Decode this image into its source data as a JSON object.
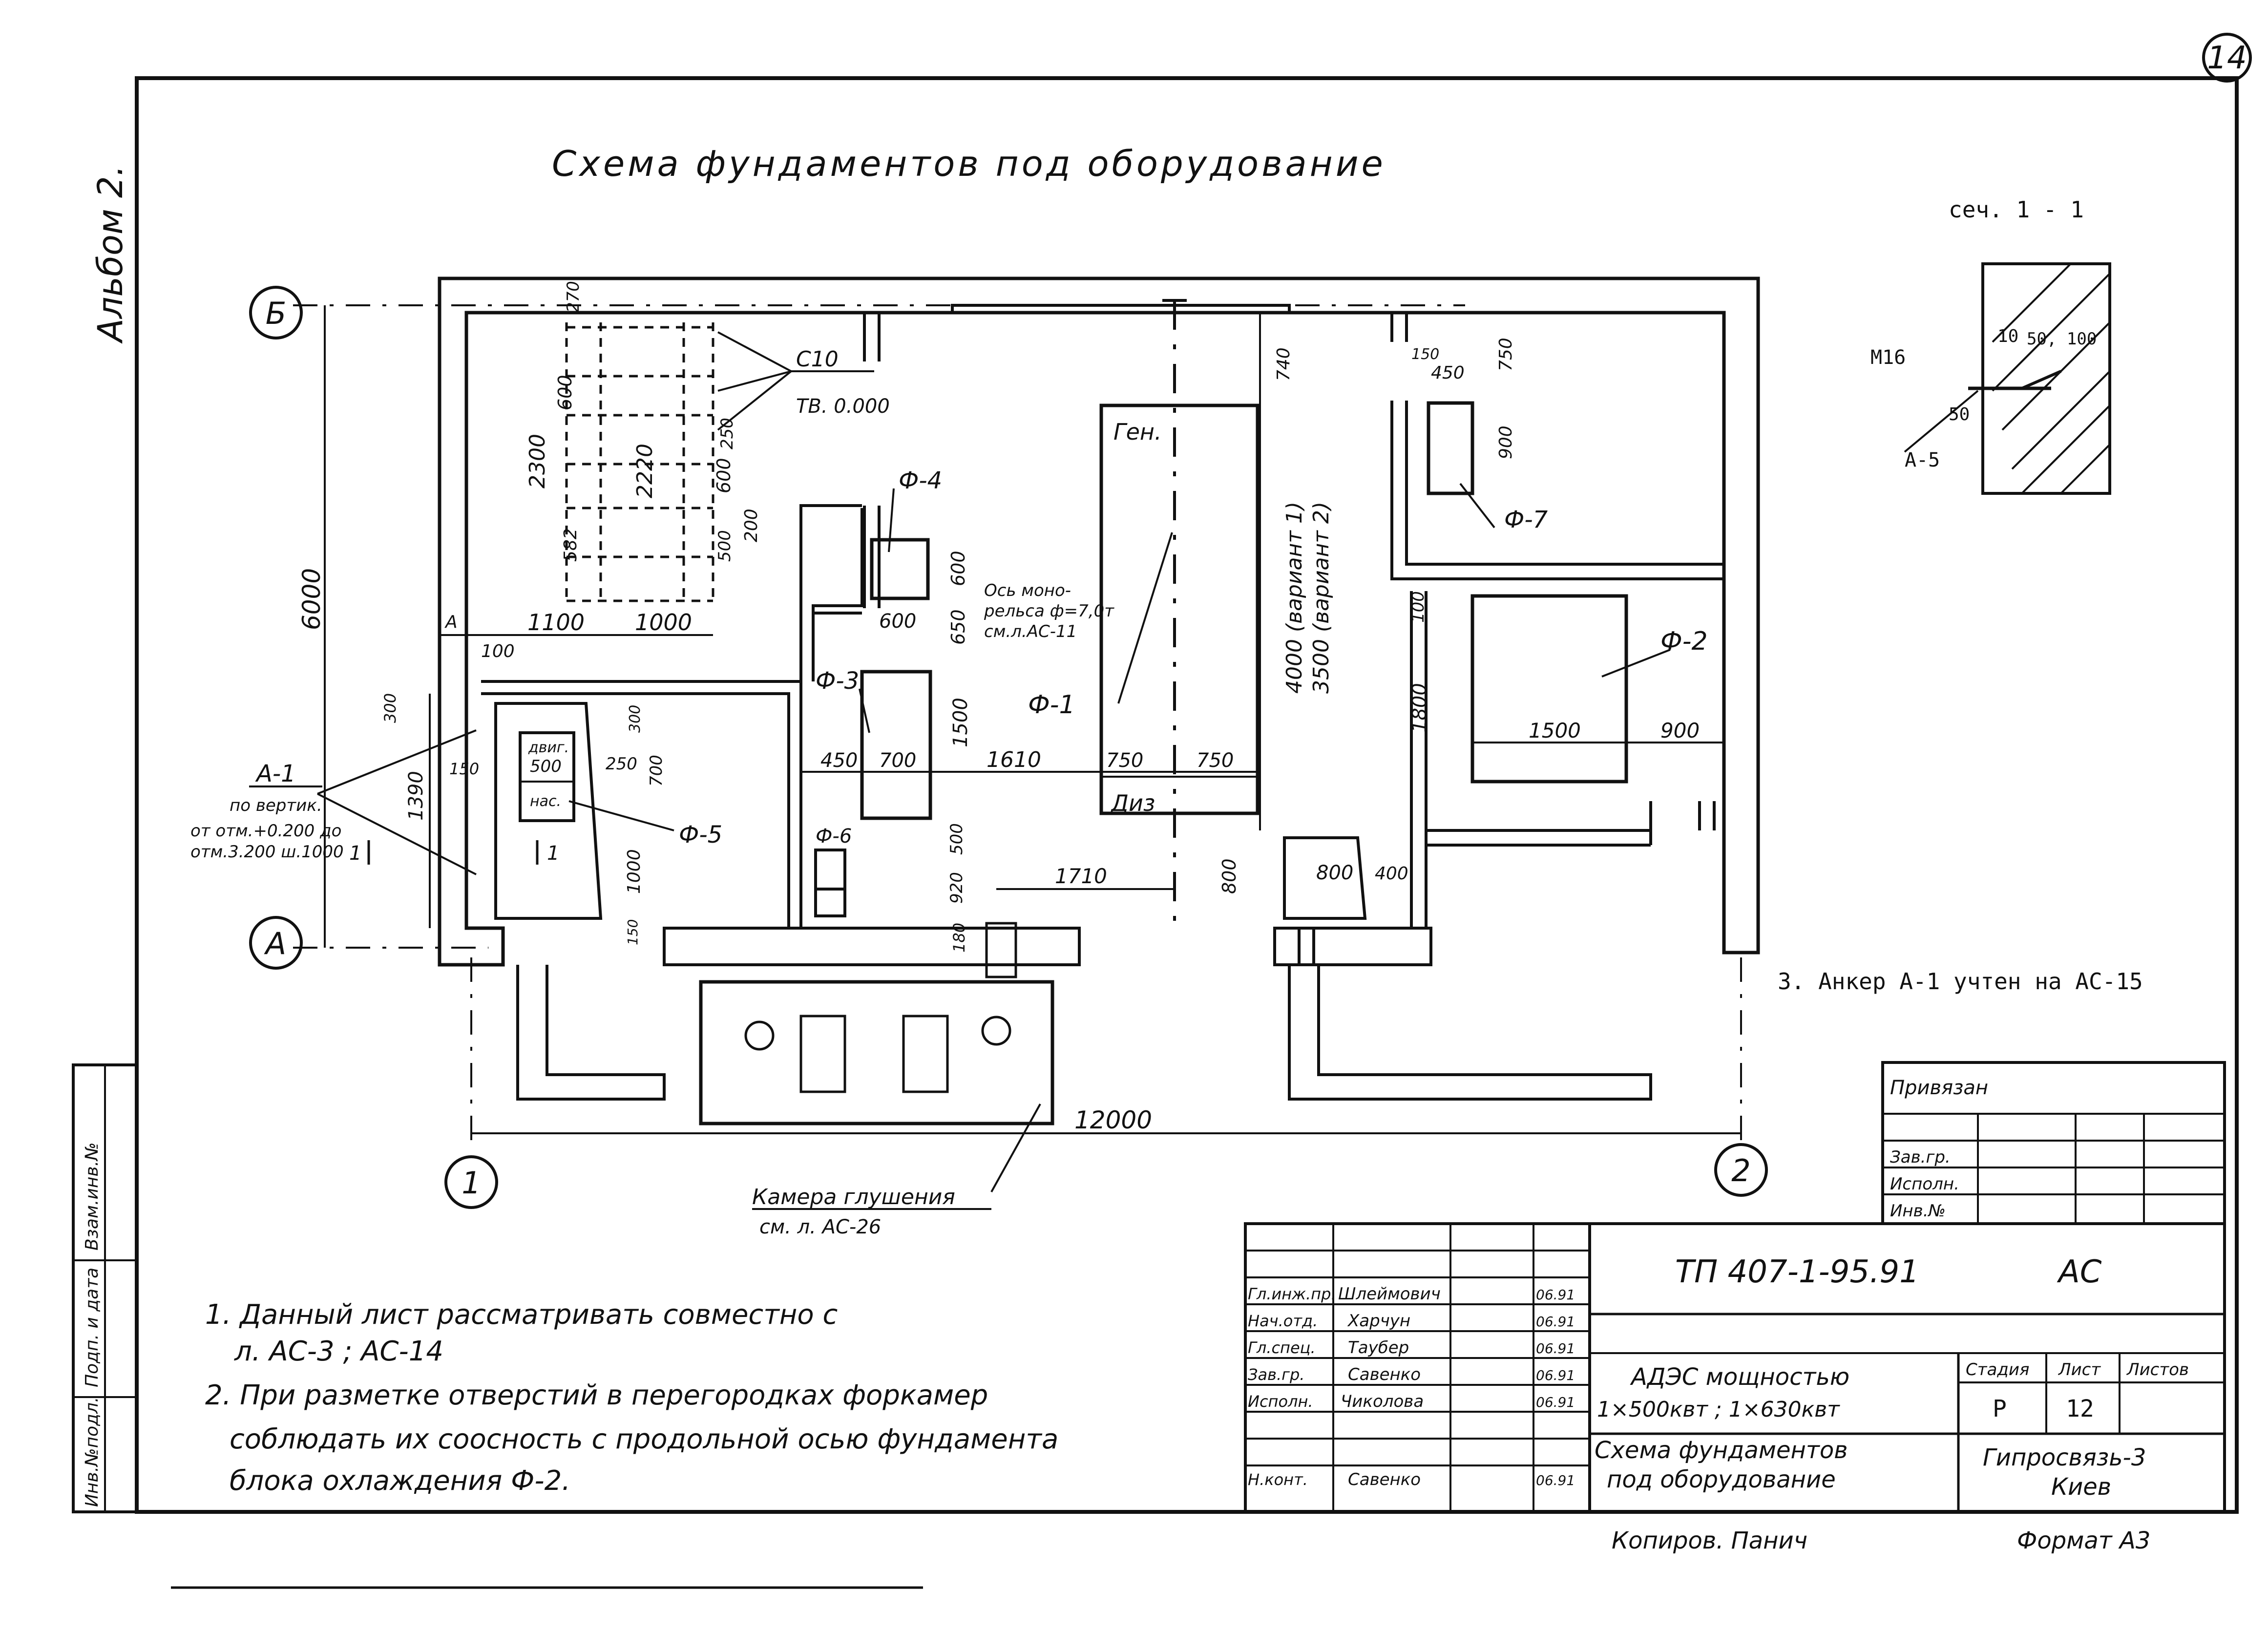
{
  "title": "Схема фундаментов под оборудование",
  "album_label": "Альбом 2.",
  "sheet_marker": "14",
  "axes": {
    "axis_b": "Б",
    "axis_a": "А",
    "axis_1": "1",
    "axis_2": "2"
  },
  "foundations": {
    "f1": "Ф-1",
    "f2": "Ф-2",
    "f3": "Ф-3",
    "f4": "Ф-4",
    "f5": "Ф-5",
    "f6": "Ф-6",
    "f7": "Ф-7"
  },
  "dimensions": {
    "d6000": "6000",
    "d12000": "12000",
    "d2300": "2300",
    "d2220": "2220",
    "d600a": "600",
    "d600b": "600",
    "d250": "250",
    "d200": "200",
    "d500": "500",
    "d582": "582",
    "d270": "270",
    "d1100": "1100",
    "d1000": "1000",
    "d100": "100",
    "d600c": "600",
    "d650": "650",
    "d1500": "1500",
    "d600d": "600",
    "d450": "450",
    "d700": "700",
    "d1610": "1610",
    "d750a": "750",
    "d750b": "750",
    "d920": "920",
    "d500b": "500",
    "d1710": "1710",
    "d180": "180",
    "d800a": "800",
    "d800b": "800",
    "d400": "400",
    "d740": "740",
    "d4000": "4000 (вариант 1)",
    "d3500": "3500 (вариант 2)",
    "d150a": "150",
    "d450b": "450",
    "d750c": "750",
    "d900a": "900",
    "d100b": "100",
    "d1800": "1800",
    "d1500b": "1500",
    "d900b": "900",
    "d300a": "300",
    "d1390": "1390",
    "d150": "150",
    "d300b": "300",
    "d250b": "250",
    "d700b": "700",
    "d1000b": "1000",
    "d150b": "150",
    "d500c": "500"
  },
  "labels": {
    "c10": "С10",
    "tv": "ТВ. 0.000",
    "gen": "Ген.",
    "diz": "Диз",
    "rail1": "Ось моно-",
    "rail2": "рельса ф=7,0т",
    "rail3": "см.л.АС-11",
    "dvig": "двиг.",
    "nas": "нас.",
    "a1": "А-1",
    "a1_note1": "по вертик.",
    "a1_note2": "от отм.+0.200 до",
    "a1_note3": "отм.3.200 ш.1000",
    "section_mark": "1",
    "kamera1": "Камера глушения",
    "kamera2": "см. л. АС-26",
    "dim_a": "А"
  },
  "section": {
    "title": "сеч. 1 - 1",
    "m16": "М16",
    "d10": "10",
    "d50_100": "50, 100",
    "d50": "50",
    "a5": "А-5"
  },
  "note3": "3. Анкер А-1 учтен на АС-15",
  "notes": {
    "n1a": "1. Данный лист рассматривать совместно с",
    "n1b": "л. АС-3 ; АС-14",
    "n2a": "2. При разметке отверстий в перегородках форкамер",
    "n2b": "соблюдать их соосность с продольной осью фундамента",
    "n2c": "блока охлаждения Ф-2."
  },
  "binding": {
    "title": "Привязан",
    "r1": "Зав.гр.",
    "r2": "Исполн.",
    "r3": "Инв.№"
  },
  "left_strip": {
    "s1": "Инв.№подл.",
    "s2": "Подп. и дата",
    "s3": "Взам.инв.№"
  },
  "title_block": {
    "code": "ТП 407-1-95.91",
    "mark": "АС",
    "project1": "АДЭС мощностью",
    "project2": "1×500квт ; 1×630квт",
    "sheet_name1": "Схема фундаментов",
    "sheet_name2": "под оборудование",
    "stage_h": "Стадия",
    "sheet_h": "Лист",
    "sheets_h": "Листов",
    "stage": "Р",
    "sheet": "12",
    "sheets": "",
    "org1": "Гипросвязь-3",
    "org2": "Киев",
    "staff": [
      {
        "role": "Гл.инж.пр.",
        "name": "Шлеймович",
        "date": "06.91"
      },
      {
        "role": "Нач.отд.",
        "name": "Харчун",
        "date": "06.91"
      },
      {
        "role": "Гл.спец.",
        "name": "Таубер",
        "date": "06.91"
      },
      {
        "role": "Зав.гр.",
        "name": "Савенко",
        "date": "06.91"
      },
      {
        "role": "Исполн.",
        "name": "Чиколова",
        "date": "06.91"
      },
      {
        "role": "Н.конт.",
        "name": "Савенко",
        "date": "06.91"
      }
    ]
  },
  "copied": "Копиров. Панич",
  "format": "Формат А3"
}
